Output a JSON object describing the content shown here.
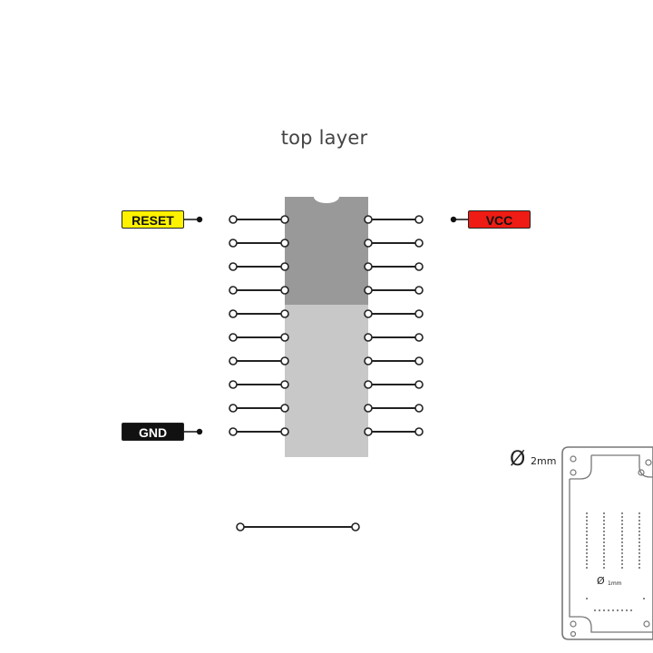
{
  "title": "top layer",
  "labels": {
    "reset": "RESET",
    "vcc": "VCC",
    "gnd": "GND"
  },
  "board": {
    "hole_diameter_symbol": "Ø",
    "hole_diameter_unit": "2mm",
    "pin_diameter_symbol": "Ø",
    "pin_diameter_unit": "1mm"
  },
  "colors": {
    "reset": "#fff200",
    "vcc": "#ee1c14",
    "gnd": "#111111",
    "chip_top": "#999999",
    "chip_bottom": "#c8c8c8"
  },
  "chip": {
    "pins_per_side": 10
  }
}
